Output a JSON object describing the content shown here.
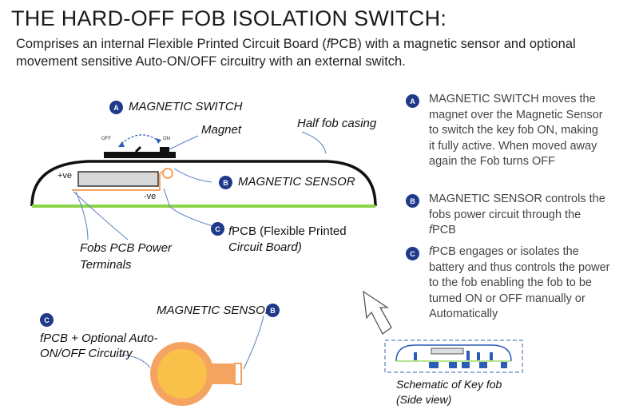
{
  "title": "THE HARD-OFF FOB ISOLATION SWITCH:",
  "subtitle": {
    "part1": "Comprises an internal Flexible Printed Circuit Board (",
    "f": "f",
    "part2": "PCB) with a magnetic sensor and optional movement sensitive Auto-ON/OFF circuitry with an external switch."
  },
  "labels": {
    "magnetic_switch": "MAGNETIC SWITCH",
    "magnet": "Magnet",
    "half_fob_casing": "Half fob casing",
    "off": "OFF",
    "on": "ON",
    "plus_ve": "+ve",
    "minus_ve": "-ve",
    "magnetic_sensor": "MAGNETIC SENSOR",
    "fpcb_f": "f",
    "fpcb_line1": "PCB (Flexible Printed",
    "fpcb_line2": "Circuit Board)",
    "power_terminals_line1": "Fobs PCB Power",
    "power_terminals_line2": "Terminals",
    "magnetic_sensor_lower": "MAGNETIC SENSOR",
    "fpcb_auto_f": "f",
    "fpcb_auto_line1": "PCB + Optional Auto-",
    "fpcb_auto_line2": "ON/OFF Circuitry",
    "schematic_line1": "Schematic of Key fob",
    "schematic_line2": "(Side view)"
  },
  "badges": {
    "a": "A",
    "b": "B",
    "c": "C"
  },
  "notes": [
    {
      "badge": "A",
      "text": "MAGNETIC SWITCH moves the magnet over the Magnetic Sensor to switch the key fob ON, making it fully active. When moved away again the Fob turns OFF"
    },
    {
      "badge": "B",
      "lead": "MAGNETIC SENSOR controls the fobs power circuit through the ",
      "f": "f",
      "tail": "PCB"
    },
    {
      "badge": "C",
      "f": "f",
      "text": "PCB engages or isolates the battery and thus controls the power to the fob enabling the fob to be turned ON or OFF manually or Automatically"
    }
  ],
  "colors": {
    "badge": "#1f3a8a",
    "pcb_green": "#8cd44a",
    "fpcb_orange": "#f4a460",
    "fpcb_fill": "#f9c04a",
    "leader_blue": "#5b7fbf",
    "schematic_blue": "#2a5cb8"
  }
}
